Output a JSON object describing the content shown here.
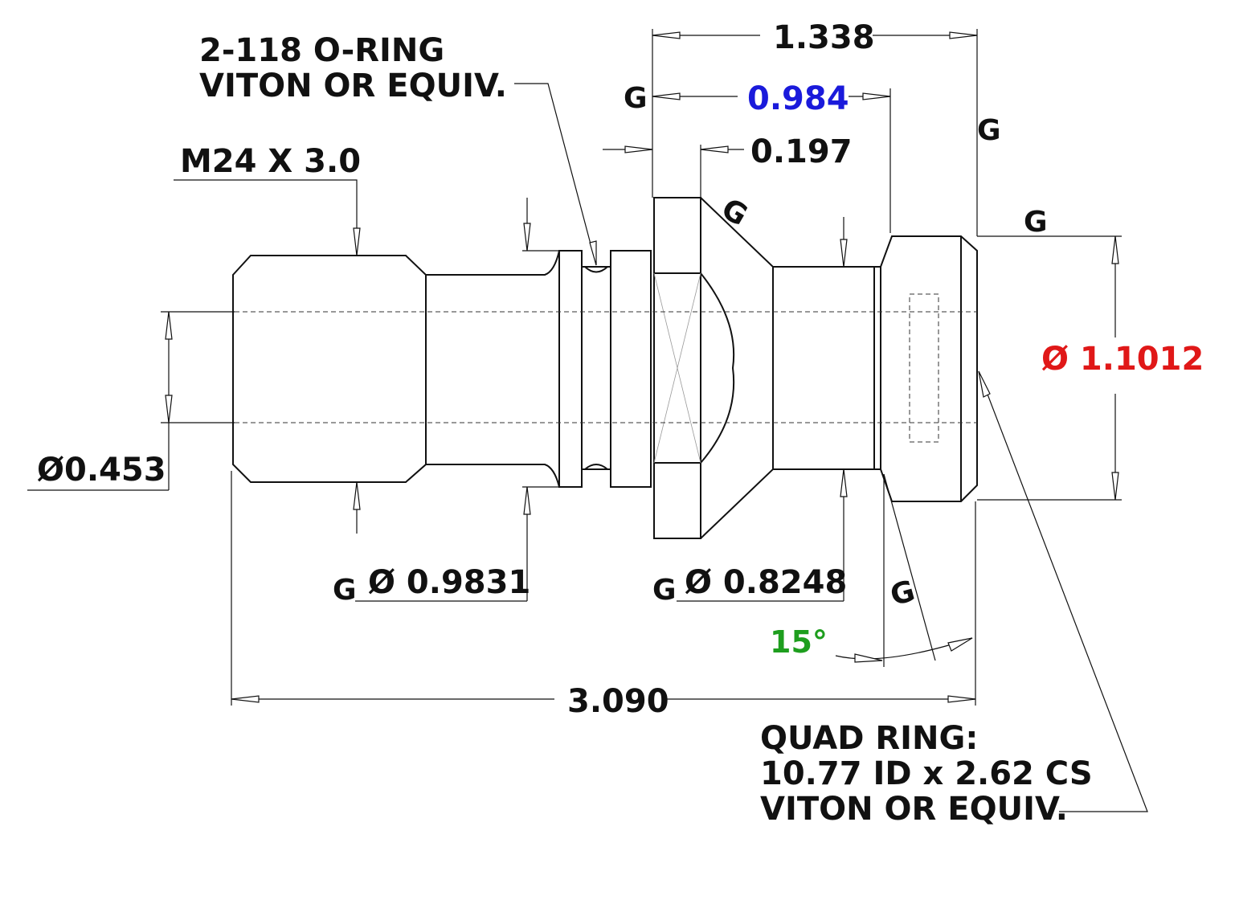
{
  "colors": {
    "line": "#111111",
    "highlight_blue": "#1a1adb",
    "highlight_red": "#e01818",
    "highlight_green": "#1e9e1e"
  },
  "labels": {
    "oring_line1": "2-118 O-RING",
    "oring_line2": "VITON OR EQUIV.",
    "thread": "M24 X 3.0",
    "bore_dia": "Ø0.453",
    "dia_9831": "Ø 0.9831",
    "dia_8248": "Ø 0.8248",
    "dia_11012": "Ø 1.1012",
    "len_1338": "1.338",
    "len_0984": "0.984",
    "len_0197": "0.197",
    "len_3090": "3.090",
    "angle_15": "15°",
    "quad_line1": "QUAD RING:",
    "quad_line2": "10.77 ID x 2.62 CS",
    "quad_line3": "VITON OR EQUIV.",
    "g_mark": "G"
  }
}
